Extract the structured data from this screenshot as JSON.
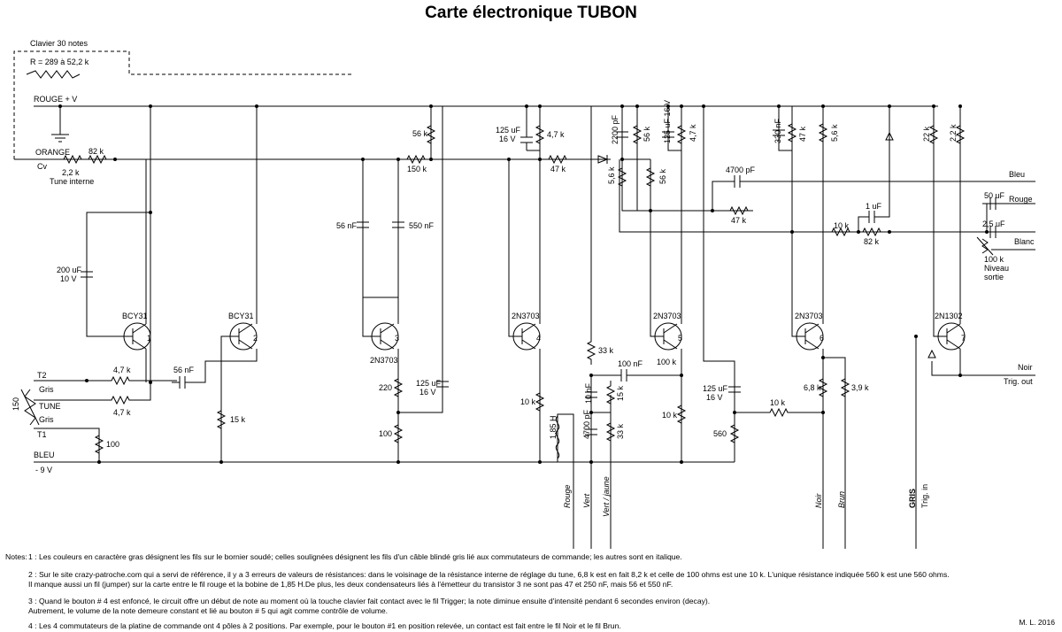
{
  "title": "Carte électronique TUBON",
  "labels": {
    "clavier": "Clavier 30 notes",
    "r_clavier": "R = 289 à 52,2 k",
    "rouge_v": "ROUGE + V",
    "orange": "ORANGE",
    "cv": "Cv",
    "r82k": "82 k",
    "r22k": "2,2 k",
    "tune_interne": "Tune interne",
    "c200": "200 uF",
    "c200v": "10 V",
    "bcy1": "BCY31",
    "bcy2": "BCY31",
    "q3": "2N3703",
    "q4": "2N3703",
    "q5": "2N3703",
    "q6": "2N3703",
    "q7": "2N1302",
    "n1": "1",
    "n2": "2",
    "n3": "3",
    "n4": "4",
    "n5": "5",
    "n6": "6",
    "n7": "7",
    "r56k_a": "56 k",
    "r150k": "150 k",
    "c56nf": "56 nF",
    "c550nf": "550 nF",
    "c125_1": "125 uF",
    "c125_1v": "16 V",
    "r47k_a": "4,7 k",
    "r47k_b": "47 k",
    "c2200": "2200 pF",
    "r56k_b": "56 k",
    "c125_2": "125 uF 16 V",
    "r47k_c": "4,7 k",
    "r56k_c": "5,6 k",
    "r56k_d": "56 k",
    "c330": "330 nF",
    "r47k_d": "47 k",
    "r56k_e": "5,6 k",
    "r22k_b": "22 k",
    "r22k_c": "2,2 k",
    "c4700": "4700 pF",
    "bleu_r": "Bleu",
    "r47k_e": "47 k",
    "c1uf": "1 uF",
    "r10k_a": "10 k",
    "c50": "50 uF",
    "rouge_r": "Rouge",
    "c25": "2,5 uF",
    "blanc": "Blanc",
    "r100k_niveau": "100 k",
    "niveau": "Niveau",
    "sortie": "sortie",
    "t2": "T2",
    "gris1": "Gris",
    "tune": "TUNE",
    "gris2": "Gris",
    "t1": "T1",
    "r150": "150",
    "r47k_f": "4,7 k",
    "r47k_g": "4,7 k",
    "c56nf_b": "56 nF",
    "r15k": "15 k",
    "r100": "100",
    "bleu": "BLEU",
    "m9v": "- 9 V",
    "r220": "220",
    "c125_3": "125 uF",
    "c125_3v": "16 V",
    "r100_b": "100",
    "r10k_b": "10 k",
    "r33k_a": "33 k",
    "c10nf": "10 nF",
    "r15k_b": "15 k",
    "c100nf": "100 nF",
    "r100k": "100 k",
    "l185": "1,85 H",
    "c4700_b": "4700 pF",
    "r33k_b": "33 k",
    "r10k_c": "10 k",
    "c125_4": "125 uF",
    "c125_4v": "16 V",
    "r560": "560",
    "r10k_d": "10 k",
    "r68k": "6,8 k",
    "r39k": "3,9 k",
    "noir_r": "Noir",
    "trig_out": "Trig. out",
    "w_rouge": "Rouge",
    "w_vert": "Vert",
    "w_vertjaune": "Vert / jaune",
    "w_noir": "Noir",
    "w_brun": "Brun",
    "w_gris": "GRIS",
    "w_trigin": "Trig. in"
  },
  "notes": {
    "label": "Notes:",
    "n1": "1 : Les couleurs en caractère gras désignent les fils sur le bornier soudé; celles soulignées désignent les fils d'un câble blindé gris lié aux commutateurs de commande; les autres sont en italique.",
    "n2": "2 : Sur le site crazy-patroche.com qui a servi de référence, il y a 3 erreurs de valeurs de résistances: dans le voisinage de la résistance interne de réglage du tune, 6,8 k est en fait 8,2 k et celle de 100 ohms est une 10 k. L'unique résistance indiquée 560 k est une 560 ohms.\nIl manque aussi un fil (jumper) sur la carte entre le fil rouge et la bobine de 1,85 H.De plus, les deux condensateurs liés à l'émetteur du transistor 3 ne sont pas 47 et 250 nF, mais 56 et 550 nF.",
    "n3": "3 : Quand le bouton  # 4 est enfoncé, le circuit offre un début de note au moment où la touche clavier fait contact avec le fil Trigger; la note diminue ensuite d'intensité pendant 6 secondes environ (decay).\nAutrement, le volume de la note demeure constant et lié au bouton # 5 qui agit comme contrôle de volume.",
    "n4": "4 : Les 4 commutateurs de la platine de commande ont 4 pôles à 2 positions. Par exemple, pour le bouton #1 en position relevée, un contact est fait entre le fil Noir et le fil Brun."
  },
  "signature": "M. L. 2016"
}
